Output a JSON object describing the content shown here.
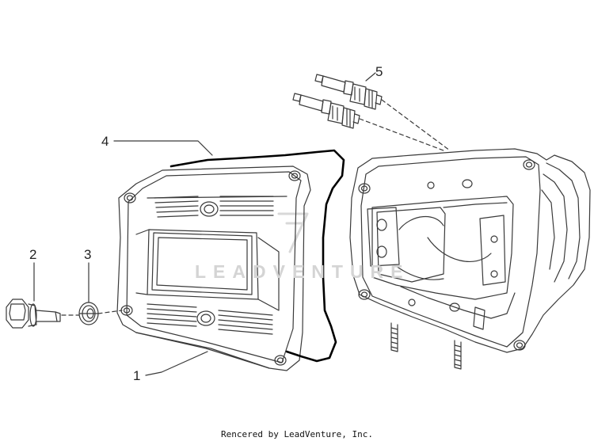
{
  "diagram": {
    "callouts": [
      {
        "id": "1",
        "label": "1"
      },
      {
        "id": "2",
        "label": "2"
      },
      {
        "id": "3",
        "label": "3"
      },
      {
        "id": "4",
        "label": "4"
      },
      {
        "id": "5",
        "label": "5"
      }
    ],
    "parts_icons": [
      "valve-cover",
      "cylinder-head",
      "bolt",
      "washer",
      "gasket",
      "spark-plug"
    ],
    "line_color": "#3a3a3a",
    "gasket_color": "#000000"
  },
  "watermark": {
    "text": "LEADVENTURE"
  },
  "footer": {
    "credit": "Rencered by LeadVenture, Inc."
  }
}
